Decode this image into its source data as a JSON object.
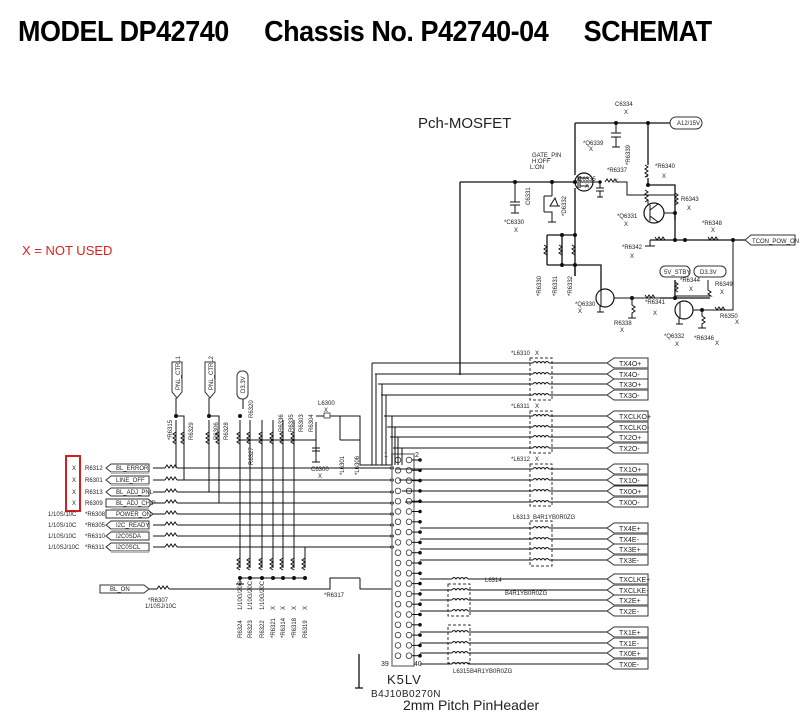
{
  "header": {
    "model": "MODEL DP42740",
    "chassis": "Chassis No. P42740-04",
    "doc_type": "SCHEMAT"
  },
  "note": "X = NOT USED",
  "sections": {
    "mosfet_title": "Pch-MOSFET",
    "connector_name": "K5LV",
    "connector_part": "B4J10B0270N",
    "connector_desc": "2mm Pitch PinHeader"
  },
  "power": {
    "rail_label": "A12/15V",
    "gate_note": [
      "GATE_PIN",
      "H:OFF",
      "L:ON"
    ],
    "tcon_label": "TCON_POW_ON",
    "stby_label": "5V_STBY",
    "d33_label": "D3.3V",
    "parts": [
      {
        "ref": "C6334",
        "val": "X"
      },
      {
        "ref": "*Q6339",
        "val": "X"
      },
      {
        "ref": "C6335",
        "val": "X"
      },
      {
        "ref": "*R6337",
        "val": "X"
      },
      {
        "ref": "*R6339",
        "val": "X"
      },
      {
        "ref": "*R6340",
        "val": "X"
      },
      {
        "ref": "R6343",
        "val": "X"
      },
      {
        "ref": "*Q6331",
        "val": "X"
      },
      {
        "ref": "*R6348",
        "val": "X"
      },
      {
        "ref": "*R6342",
        "val": "X"
      },
      {
        "ref": "C6331",
        "val": "X"
      },
      {
        "ref": "*D6332",
        "val": "X"
      },
      {
        "ref": "*C6330",
        "val": "X"
      },
      {
        "ref": "*R6330",
        "val": "X"
      },
      {
        "ref": "*R6331",
        "val": "X"
      },
      {
        "ref": "*R6332",
        "val": "X"
      },
      {
        "ref": "*Q6330",
        "val": "X"
      },
      {
        "ref": "R6338",
        "val": "X"
      },
      {
        "ref": "*R6341",
        "val": "X"
      },
      {
        "ref": "*R6344",
        "val": "X"
      },
      {
        "ref": "R6349",
        "val": "X"
      },
      {
        "ref": "*Q6332",
        "val": "X"
      },
      {
        "ref": "*R6346",
        "val": "X"
      },
      {
        "ref": "R6350",
        "val": "X"
      }
    ]
  },
  "inputs": {
    "top_ports": [
      "PNL_CTRL1",
      "PNL_CTRL2",
      "D3.3V"
    ],
    "rows": [
      {
        "value": "X",
        "ref": "R6312",
        "signal": "BL_ERROR"
      },
      {
        "value": "X",
        "ref": "R6301",
        "signal": "LINE_OFF"
      },
      {
        "value": "X",
        "ref": "R6313",
        "signal": "BL_ADJ_PNL"
      },
      {
        "value": "X",
        "ref": "R6309",
        "signal": "BL_ADJ_CHIP"
      },
      {
        "value": "1/10S/10C",
        "ref": "*R6308",
        "signal": "POWER_ON"
      },
      {
        "value": "1/10S/10C",
        "ref": "*R6305",
        "signal": "I2C_READY"
      },
      {
        "value": "1/10S/10C",
        "ref": "*R6310",
        "signal": "I2C0SDA"
      },
      {
        "value": "1/10SJ/10C",
        "ref": "*R6311",
        "signal": "I2C0SCL"
      }
    ],
    "bl_on": {
      "signal": "BL_ON",
      "ref": "*R6307",
      "value": "1/10SJ/10C"
    },
    "pull_refs": [
      "*R6315",
      "R6329",
      "R6306",
      "R6328",
      "R6320",
      "R6327",
      "R6336",
      "R6335",
      "R6303",
      "R6304"
    ],
    "bottom_resistors": [
      {
        "ref": "R6324",
        "val": "1/10G/20C"
      },
      {
        "ref": "R6323",
        "val": "1/10G/20C"
      },
      {
        "ref": "R6322",
        "val": "1/10G/20C"
      },
      {
        "ref": "*R6321",
        "val": "X"
      },
      {
        "ref": "*R6314",
        "val": "X"
      },
      {
        "ref": "*R6318",
        "val": "X"
      },
      {
        "ref": "R6319",
        "val": "X"
      }
    ],
    "misc": [
      {
        "ref": "L6300",
        "val": "X"
      },
      {
        "ref": "C6300",
        "val": "X"
      },
      {
        "ref": "*L6301",
        "val": "X"
      },
      {
        "ref": "*L6306",
        "val": "X"
      },
      {
        "ref": "*R6317",
        "val": "X"
      }
    ]
  },
  "filters": [
    {
      "ref": "*L6310",
      "val": "X"
    },
    {
      "ref": "*L6311",
      "val": "X"
    },
    {
      "ref": "*L6312",
      "val": "X"
    },
    {
      "ref": "L6313",
      "val": "B4R1YB0R0ZG"
    },
    {
      "ref": "L6314",
      "val": "B4R1YB0R0ZG"
    },
    {
      "ref": "L6315",
      "val": "B4R1YB0R0ZG"
    }
  ],
  "outputs": [
    "TX4O+",
    "TX4O-",
    "TX3O+",
    "TX3O-",
    "TXCLKO+",
    "TXCLKO-",
    "TX2O+",
    "TX2O-",
    "TX1O+",
    "TX1O-",
    "TX0O+",
    "TX0O-",
    "TX4E+",
    "TX4E-",
    "TX3E+",
    "TX3E-",
    "TXCLKE+",
    "TXCLKE-",
    "TX2E+",
    "TX2E-",
    "TX1E+",
    "TX1E-",
    "TX0E+",
    "TX0E-"
  ],
  "pin_numbers": {
    "first_left": "1",
    "first_right": "2",
    "last_left": "39",
    "last_right": "40"
  }
}
